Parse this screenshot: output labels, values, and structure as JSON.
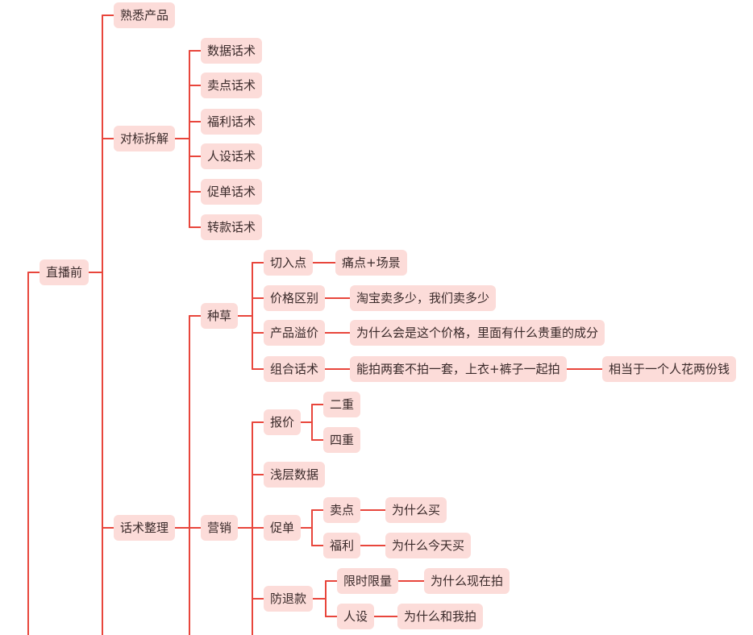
{
  "colors": {
    "line": "#e8463c",
    "node_bg": "#fcdcd9",
    "text": "#3a2a2a"
  },
  "nodes": {
    "root": "直播前",
    "familiar_product": "熟悉产品",
    "benchmark": "对标拆解",
    "data_script": "数据话术",
    "selling_script": "卖点话术",
    "welfare_script": "福利话术",
    "persona_script": "人设话术",
    "urge_script": "促单话术",
    "switch_script": "转款话术",
    "script_organize": "话术整理",
    "seeding": "种草",
    "entry_point": "切入点",
    "pain_scene": "痛点+场景",
    "price_diff": "价格区别",
    "taobao_price": "淘宝卖多少，我们卖多少",
    "premium": "产品溢价",
    "why_price": "为什么会是这个价格，里面有什么贵重的成分",
    "combo_script": "组合话术",
    "combo_detail": "能拍两套不拍一套，上衣+裤子一起拍",
    "combo_equiv": "相当于一个人花两份钱",
    "marketing": "营销",
    "quote": "报价",
    "double": "二重",
    "quadruple": "四重",
    "shallow_data": "浅层数据",
    "urge": "促单",
    "selling_point": "卖点",
    "why_buy": "为什么买",
    "welfare": "福利",
    "why_today": "为什么今天买",
    "anti_refund": "防退款",
    "limited": "限时限量",
    "why_now": "为什么现在拍",
    "persona": "人设",
    "why_me": "为什么和我拍"
  }
}
